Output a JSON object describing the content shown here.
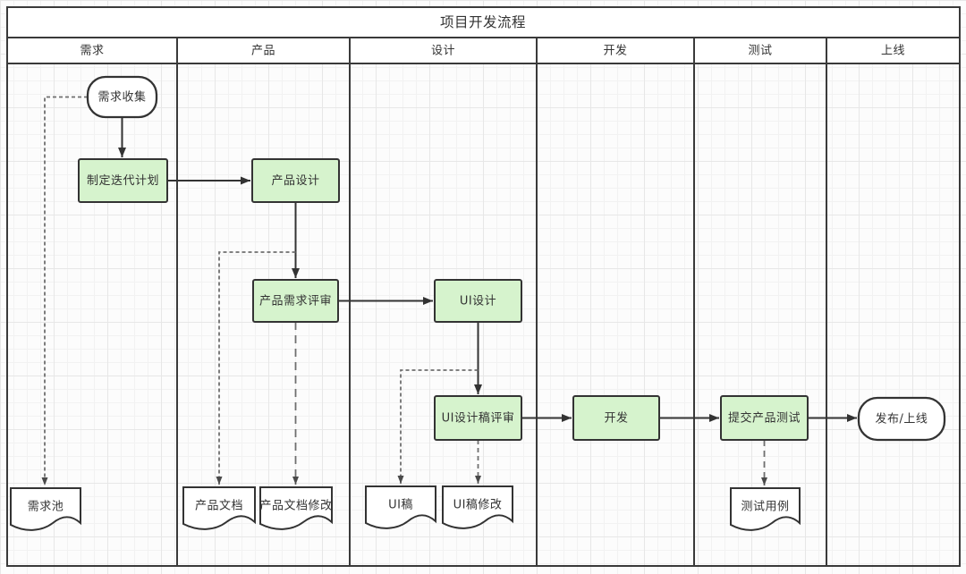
{
  "diagram": {
    "title": "项目开发流程",
    "lanes": [
      "需求",
      "产品",
      "设计",
      "开发",
      "测试",
      "上线"
    ],
    "nodes": [
      {
        "id": "requirement-collect",
        "label": "需求收集",
        "type": "terminator",
        "lane": "需求"
      },
      {
        "id": "iteration-plan",
        "label": "制定迭代计划",
        "type": "process",
        "lane": "需求"
      },
      {
        "id": "product-design",
        "label": "产品设计",
        "type": "process",
        "lane": "产品"
      },
      {
        "id": "product-review",
        "label": "产品需求评审",
        "type": "process",
        "lane": "产品"
      },
      {
        "id": "ui-design",
        "label": "UI设计",
        "type": "process",
        "lane": "设计"
      },
      {
        "id": "ui-review",
        "label": "UI设计稿评审",
        "type": "process",
        "lane": "设计"
      },
      {
        "id": "develop",
        "label": "开发",
        "type": "process",
        "lane": "开发"
      },
      {
        "id": "submit-test",
        "label": "提交产品测试",
        "type": "process",
        "lane": "测试"
      },
      {
        "id": "release",
        "label": "发布/上线",
        "type": "terminator",
        "lane": "上线"
      },
      {
        "id": "req-pool",
        "label": "需求池",
        "type": "document",
        "lane": "需求"
      },
      {
        "id": "product-doc",
        "label": "产品文档",
        "type": "document",
        "lane": "产品"
      },
      {
        "id": "product-doc-edit",
        "label": "产品文档修改",
        "type": "document",
        "lane": "产品"
      },
      {
        "id": "ui-draft",
        "label": "UI稿",
        "type": "document",
        "lane": "设计"
      },
      {
        "id": "ui-draft-edit",
        "label": "UI稿修改",
        "type": "document",
        "lane": "设计"
      },
      {
        "id": "test-case",
        "label": "测试用例",
        "type": "document",
        "lane": "测试"
      }
    ],
    "edges": [
      {
        "from": "需求收集",
        "to": "制定迭代计划",
        "style": "solid"
      },
      {
        "from": "制定迭代计划",
        "to": "产品设计",
        "style": "solid"
      },
      {
        "from": "产品设计",
        "to": "产品需求评审",
        "style": "solid"
      },
      {
        "from": "产品需求评审",
        "to": "UI设计",
        "style": "solid"
      },
      {
        "from": "UI设计",
        "to": "UI设计稿评审",
        "style": "solid"
      },
      {
        "from": "UI设计稿评审",
        "to": "开发",
        "style": "solid"
      },
      {
        "from": "开发",
        "to": "提交产品测试",
        "style": "solid"
      },
      {
        "from": "提交产品测试",
        "to": "发布/上线",
        "style": "solid"
      },
      {
        "from": "需求收集",
        "to": "需求池",
        "style": "dashed"
      },
      {
        "from": "产品设计",
        "to": "产品文档",
        "style": "dashed"
      },
      {
        "from": "产品需求评审",
        "to": "产品文档修改",
        "style": "dashed"
      },
      {
        "from": "UI设计",
        "to": "UI稿",
        "style": "dashed"
      },
      {
        "from": "UI设计稿评审",
        "to": "UI稿修改",
        "style": "dashed"
      },
      {
        "from": "提交产品测试",
        "to": "测试用例",
        "style": "dashed"
      }
    ],
    "colors": {
      "process_fill": "#d6f3cd",
      "shape_border": "#333333",
      "solid_edge": "#333333",
      "dashed_edge": "#6f6f6f",
      "lane_border": "#3a3a3a",
      "text": "#333333",
      "grid_minor": "#f2f2f2",
      "grid_major": "#e7e7e7",
      "background": "#fcfcfc"
    }
  }
}
